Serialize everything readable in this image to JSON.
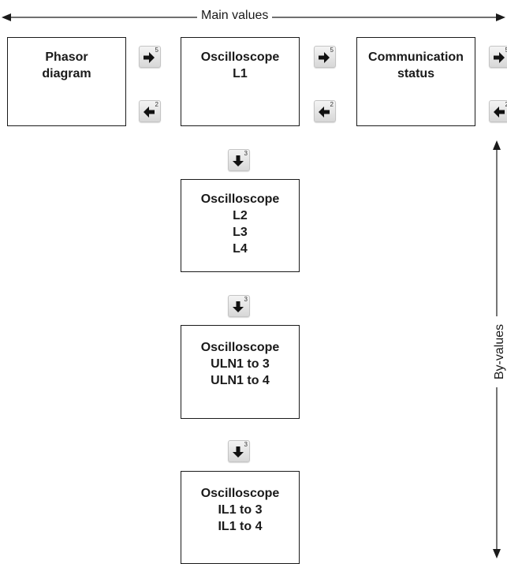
{
  "header": {
    "label": "Main values"
  },
  "side": {
    "label": "By-values"
  },
  "boxes": {
    "phasor": [
      "Phasor",
      "diagram"
    ],
    "osc_l1": [
      "Oscilloscope",
      "L1"
    ],
    "comm": [
      "Communication",
      "status"
    ],
    "osc_l2": [
      "Oscilloscope",
      "L2",
      "L3",
      "L4"
    ],
    "osc_uln": [
      "Oscilloscope",
      "ULN1 to 3",
      "ULN1 to 4"
    ],
    "osc_il": [
      "Oscilloscope",
      "IL1 to 3",
      "IL1 to 4"
    ]
  },
  "keys": {
    "right": {
      "icon": "arrow-right-icon",
      "number": "5"
    },
    "left": {
      "icon": "arrow-left-icon",
      "number": "2"
    },
    "down": {
      "icon": "arrow-down-icon",
      "number": "3"
    }
  }
}
